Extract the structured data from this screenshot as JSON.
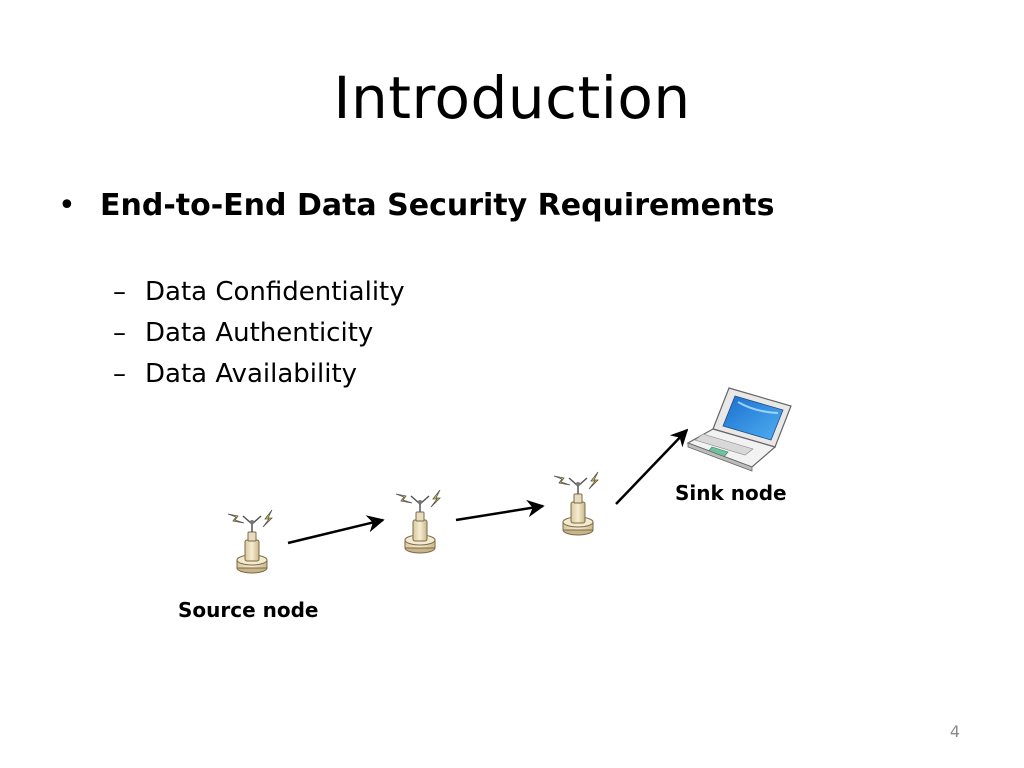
{
  "slide": {
    "title": "Introduction",
    "bullet": {
      "marker": "•",
      "text": "End-to-End Data Security Requirements"
    },
    "sub_items": [
      {
        "marker": "–",
        "text": "Data Confidentiality"
      },
      {
        "marker": "–",
        "text": "Data Authenticity"
      },
      {
        "marker": "–",
        "text": "Data Availability"
      }
    ],
    "diagram": {
      "nodes": [
        {
          "icon": "sensor-node-icon"
        },
        {
          "icon": "sensor-node-icon"
        },
        {
          "icon": "sensor-node-icon"
        },
        {
          "icon": "laptop-icon"
        }
      ],
      "source_label": "Source node",
      "sink_label": "Sink node"
    },
    "page_number": "4"
  }
}
